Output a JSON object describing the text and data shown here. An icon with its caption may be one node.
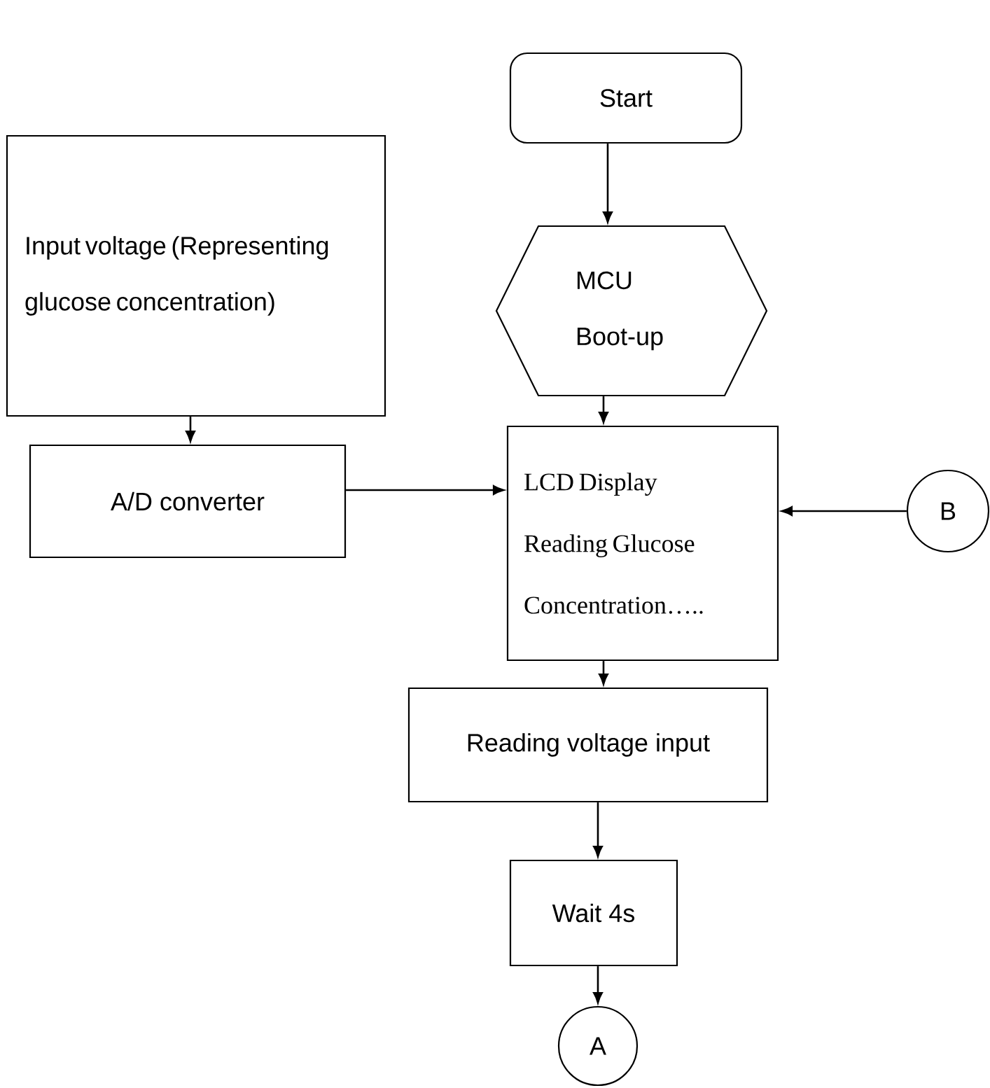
{
  "diagram": {
    "nodes": [
      {
        "text": [
          "Start"
        ]
      },
      {
        "text": [
          "Input voltage (Representing glucose concentration)"
        ]
      },
      {
        "text": [
          "MCU Boot-up"
        ]
      },
      {
        "text": [
          "A/D converter"
        ]
      },
      {
        "text": [
          "LCD Display Reading Glucose Concentration….."
        ]
      },
      {
        "text": [
          "B"
        ]
      },
      {
        "text": [
          "Reading voltage input"
        ]
      },
      {
        "text": [
          "Wait 4s"
        ]
      },
      {
        "text": [
          "A"
        ]
      }
    ],
    "edges": [
      {
        "from": 0,
        "to": 2,
        "arrow": "to"
      },
      {
        "from": 2,
        "to": 4,
        "arrow": "to"
      },
      {
        "from": 1,
        "to": 3,
        "arrow": "to"
      },
      {
        "from": 3,
        "to": 4,
        "arrow": "to"
      },
      {
        "from": 5,
        "to": 4,
        "arrow": "to"
      },
      {
        "from": 4,
        "to": 6,
        "arrow": "to"
      },
      {
        "from": 6,
        "to": 7,
        "arrow": "to"
      },
      {
        "from": 7,
        "to": 8,
        "arrow": "to"
      }
    ]
  }
}
